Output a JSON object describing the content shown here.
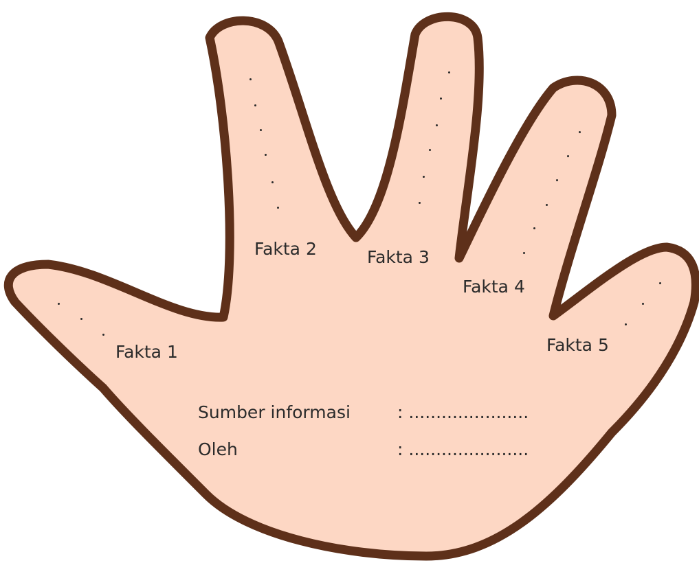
{
  "colors": {
    "skin": "#fdd7c4",
    "outline": "#5e301a",
    "text": "#2b2b2b"
  },
  "fingers": [
    {
      "id": "fakta-1",
      "label": "Fakta 1"
    },
    {
      "id": "fakta-2",
      "label": "Fakta 2"
    },
    {
      "id": "fakta-3",
      "label": "Fakta 3"
    },
    {
      "id": "fakta-4",
      "label": "Fakta 4"
    },
    {
      "id": "fakta-5",
      "label": "Fakta 5"
    }
  ],
  "form": {
    "source_label": "Sumber informasi",
    "source_value": ": ......................",
    "author_label": "Oleh",
    "author_value": ": ......................"
  }
}
